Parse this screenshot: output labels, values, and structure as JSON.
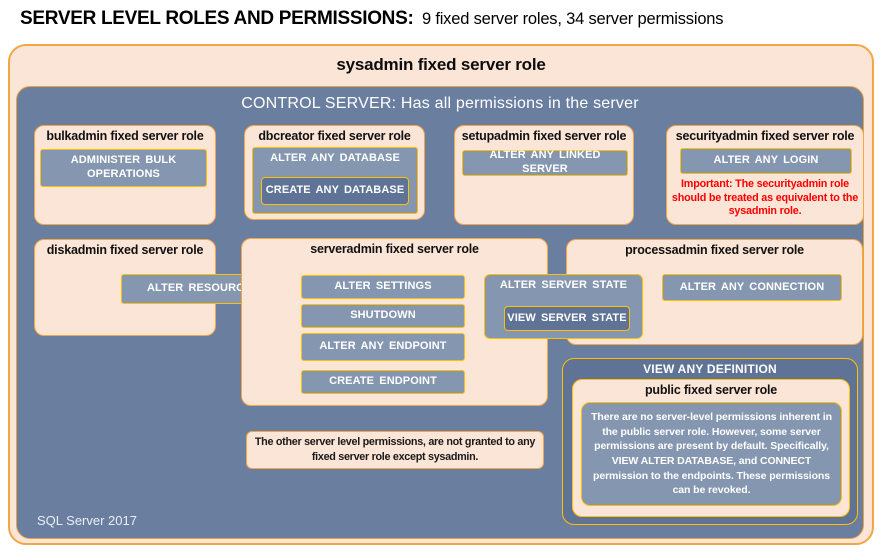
{
  "title": {
    "main": "SERVER LEVEL ROLES AND PERMISSIONS:",
    "sub": "9 fixed server roles, 34 server permissions"
  },
  "sysadmin_label": "sysadmin fixed server role",
  "control_server": {
    "heading": "CONTROL SERVER: Has all permissions in the server",
    "footer": "SQL Server 2017"
  },
  "roles": {
    "bulkadmin": {
      "label": "bulkadmin fixed server role",
      "perm1": "ADMINISTER BULK OPERATIONS"
    },
    "dbcreator": {
      "label": "dbcreator fixed server role",
      "perm1": "ALTER ANY DATABASE",
      "perm2": "CREATE ANY DATABASE"
    },
    "setupadmin": {
      "label": "setupadmin fixed server role",
      "perm1": "ALTER ANY LINKED SERVER"
    },
    "securityadmin": {
      "label": "securityadmin fixed server role",
      "perm1": "ALTER ANY LOGIN",
      "note": "Important: The securityadmin role should be treated as equivalent to the sysadmin role."
    },
    "diskadmin": {
      "label": "diskadmin fixed server role",
      "perm1": "ALTER RESOURCES"
    },
    "serveradmin": {
      "label": "serveradmin fixed server role",
      "perm1": "ALTER SETTINGS",
      "perm2": "SHUTDOWN",
      "perm3": "ALTER ANY ENDPOINT",
      "perm4": "CREATE ENDPOINT"
    },
    "shared": {
      "perm1": "ALTER SERVER STATE",
      "perm2": "VIEW SERVER STATE"
    },
    "processadmin": {
      "label": "processadmin fixed server role",
      "perm1": "ALTER ANY CONNECTION"
    },
    "public": {
      "container_label": "VIEW ANY DEFINITION",
      "label": "public fixed server role",
      "note": "There are no server-level permissions inherent in the public server role. However, some server permissions are present by default. Specifically, VIEW ALTER DATABASE, and CONNECT permission to the endpoints. These permissions can be revoked."
    }
  },
  "notes": {
    "other_permissions": "The other server level permissions, are not granted to any fixed server role except sysadmin."
  },
  "colors": {
    "peach": "#FBE5D6",
    "gold_border": "#F2A744",
    "gold_bright": "#FFC000",
    "blue_main": "#6A7EA0",
    "blue_light": "#8496B0",
    "blue_dark": "#5E7396",
    "red_text": "#FF0000",
    "white_text": "#FFFFFF"
  }
}
